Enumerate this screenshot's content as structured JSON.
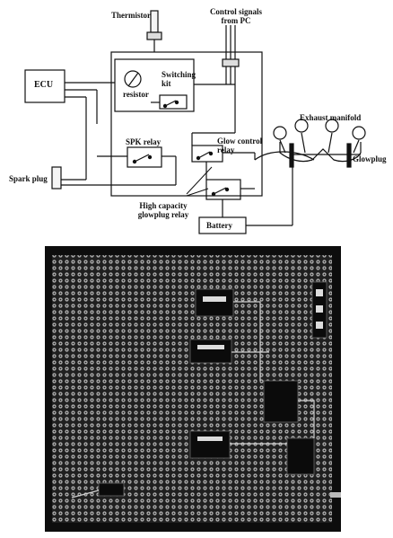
{
  "figure": {
    "diagram": {
      "labels": {
        "thermistor": "Thermistor",
        "control_signals": "Control signals\nfrom PC",
        "ecu": "ECU",
        "resistor": "resistor",
        "switching_kit": "Switching\nkit",
        "exhaust_manifold": "Exhaust manifold",
        "glowplug": "Glowplug",
        "spk_relay": "SPK relay",
        "glow_control_relay": "Glow control\nrelay",
        "spark_plug": "Spark plug",
        "high_capacity_relay": "High capacity\nglowplug relay",
        "battery": "Battery"
      }
    },
    "photo": {
      "content": "grayscale photograph of perforated prototyping board with relays and components"
    }
  }
}
